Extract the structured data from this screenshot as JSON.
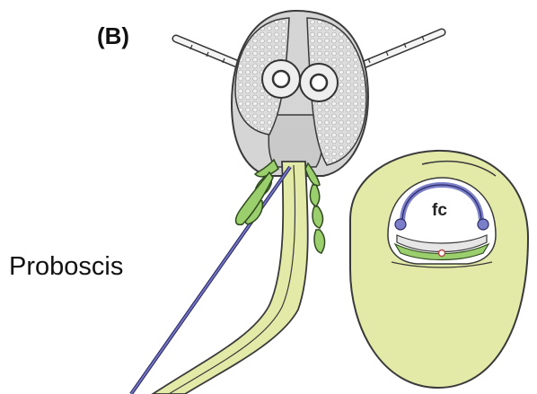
{
  "panel_label": "(B)",
  "proboscis_label": "Proboscis",
  "cross_section_label": "fc",
  "colors": {
    "head_gray": "#d5d5d5",
    "outline": "#3a3a3a",
    "proboscis_yellow": "#e3e9a6",
    "palp_green": "#9bcf6e",
    "stylet_blue": "#6f6fb8",
    "canal_blue": "#7b7fc9"
  },
  "icons": [
    "mosquito-head",
    "compound-eye",
    "antenna",
    "maxillary-palp",
    "stylet",
    "proboscis-cross-section"
  ]
}
